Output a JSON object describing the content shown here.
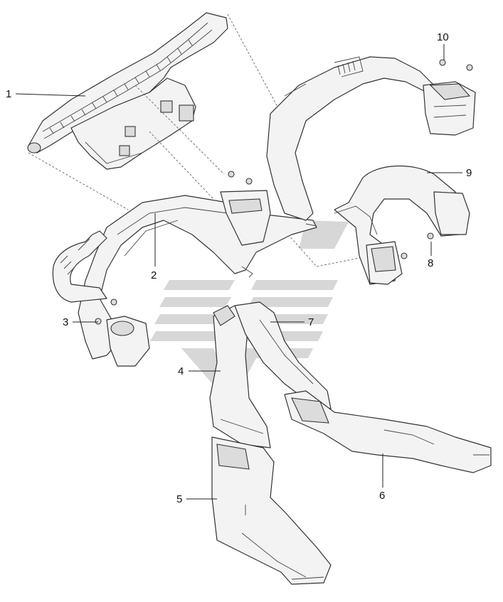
{
  "callouts": [
    {
      "id": "1",
      "label": "1"
    },
    {
      "id": "2",
      "label": "2"
    },
    {
      "id": "3",
      "label": "3"
    },
    {
      "id": "4",
      "label": "4"
    },
    {
      "id": "5",
      "label": "5"
    },
    {
      "id": "6",
      "label": "6"
    },
    {
      "id": "7",
      "label": "7"
    },
    {
      "id": "8",
      "label": "8"
    },
    {
      "id": "9",
      "label": "9"
    },
    {
      "id": "10",
      "label": "10"
    }
  ],
  "colors": {
    "line": "#333333",
    "fill": "#f3f3f3",
    "watermark": "#c9c9c9"
  }
}
